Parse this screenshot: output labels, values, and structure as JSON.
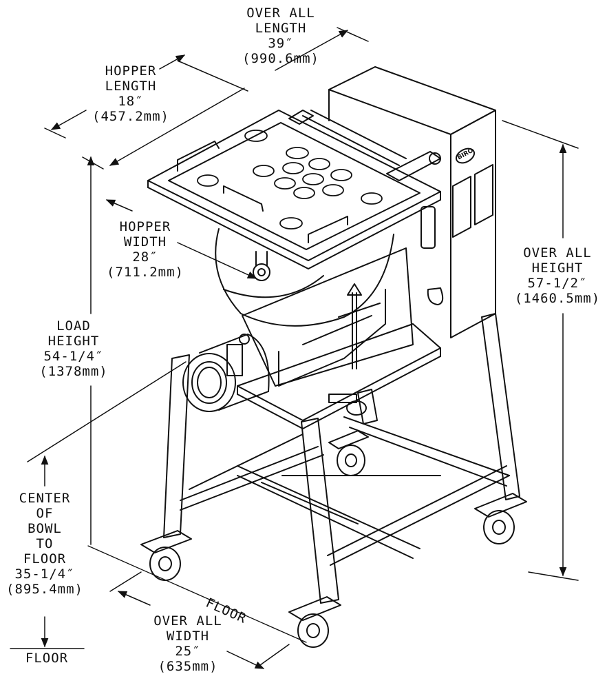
{
  "dimensions": {
    "overall_length": {
      "label": [
        "OVER ALL",
        "LENGTH"
      ],
      "imperial": "39″",
      "metric": "(990.6mm)"
    },
    "hopper_length": {
      "label": [
        "HOPPER",
        "LENGTH"
      ],
      "imperial": "18″",
      "metric": "(457.2mm)"
    },
    "hopper_width": {
      "label": [
        "HOPPER",
        "WIDTH"
      ],
      "imperial": "28″",
      "metric": "(711.2mm)"
    },
    "load_height": {
      "label": [
        "LOAD",
        "HEIGHT"
      ],
      "imperial": "54-1/4″",
      "metric": "(1378mm)"
    },
    "overall_height": {
      "label": [
        "OVER ALL",
        "HEIGHT"
      ],
      "imperial": "57-1/2″",
      "metric": "(1460.5mm)"
    },
    "center_of_bowl": {
      "label": [
        "CENTER",
        "OF",
        "BOWL",
        "TO",
        "FLOOR"
      ],
      "imperial": "35-1/4″",
      "metric": "(895.4mm)"
    },
    "overall_width": {
      "label": [
        "OVER ALL",
        "WIDTH"
      ],
      "imperial": "25″",
      "metric": "(635mm)"
    }
  },
  "floor_label": "FLOOR",
  "floor_diagonal_label": "FLOOR",
  "brand_badge": "BIRO",
  "colors": {
    "ink": "#111111",
    "background": "#ffffff"
  }
}
